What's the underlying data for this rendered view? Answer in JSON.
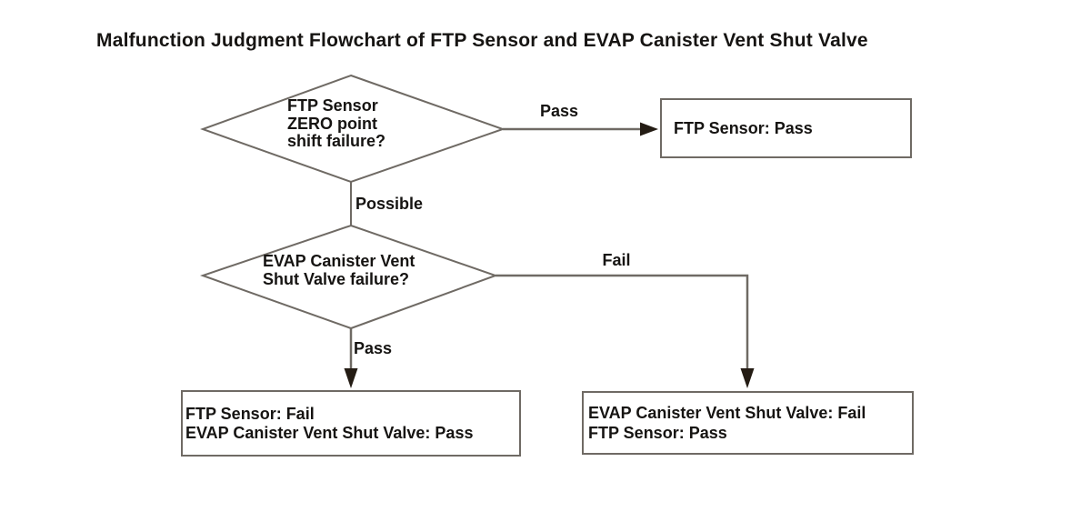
{
  "title": "Malfunction Judgment Flowchart of FTP Sensor and EVAP Canister Vent Shut Valve",
  "colors": {
    "line": "#6f6a64",
    "arrowhead": "#241c14",
    "text": "#161412",
    "background": "#ffffff"
  },
  "nodes": {
    "decision_ftp_zero": {
      "type": "decision",
      "lines": [
        "FTP Sensor",
        "ZERO point",
        "shift failure?"
      ]
    },
    "decision_evap_valve": {
      "type": "decision",
      "lines": [
        "EVAP Canister Vent",
        "Shut Valve failure?"
      ]
    },
    "result_ftp_pass": {
      "type": "result",
      "lines": [
        "FTP Sensor: Pass"
      ]
    },
    "result_ftp_fail_evap_pass": {
      "type": "result",
      "lines": [
        "FTP Sensor: Fail",
        "EVAP Canister Vent Shut Valve: Pass"
      ]
    },
    "result_evap_fail_ftp_pass": {
      "type": "result",
      "lines": [
        "EVAP Canister Vent Shut Valve: Fail",
        "FTP Sensor: Pass"
      ]
    }
  },
  "edge_labels": {
    "pass_top": "Pass",
    "possible": "Possible",
    "fail": "Fail",
    "pass_bottom": "Pass"
  }
}
